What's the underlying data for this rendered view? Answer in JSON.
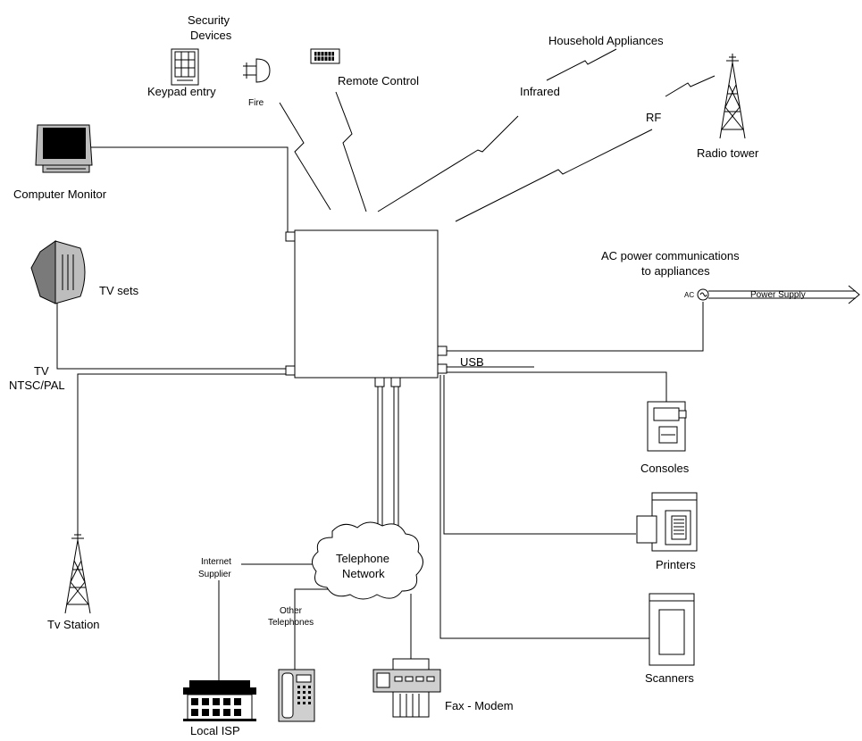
{
  "labels": {
    "security_line1": "Security",
    "security_line2": "Devices",
    "keypad": "Keypad entry",
    "fire": "Fire",
    "remote": "Remote Control",
    "household": "Household Appliances",
    "infrared": "Infrared",
    "rf": "RF",
    "radio_tower": "Radio tower",
    "computer_monitor": "Computer Monitor",
    "tv_sets": "TV sets",
    "tv_line1": "TV",
    "tv_line2": "NTSC/PAL",
    "ac_line1": "AC power communications",
    "ac_line2": "to appliances",
    "ac": "AC",
    "power_supply": "Power Supply",
    "usb": "USB",
    "consoles": "Consoles",
    "printers": "Printers",
    "scanners": "Scanners",
    "tv_station": "Tv Station",
    "internet_line1": "Internet",
    "internet_line2": "Supplier",
    "telephone_line1": "Telephone",
    "telephone_line2": "Network",
    "other_line1": "Other",
    "other_line2": "Telephones",
    "fax_modem": "Fax - Modem",
    "local_isp": "Local ISP"
  },
  "icons": {
    "computer_monitor": "computer-monitor-icon",
    "tv": "tv-set-icon",
    "keypad": "keypad-icon",
    "fire": "fire-sensor-icon",
    "remote": "remote-control-icon",
    "radio_tower": "radio-tower-icon",
    "tv_station": "tv-station-tower-icon",
    "console": "console-icon",
    "printer": "printer-icon",
    "scanner": "scanner-icon",
    "fax": "fax-modem-icon",
    "telephone": "telephone-icon",
    "isp": "local-isp-building-icon",
    "cloud": "telephone-network-cloud-icon",
    "ac_plug": "ac-outlet-icon"
  }
}
